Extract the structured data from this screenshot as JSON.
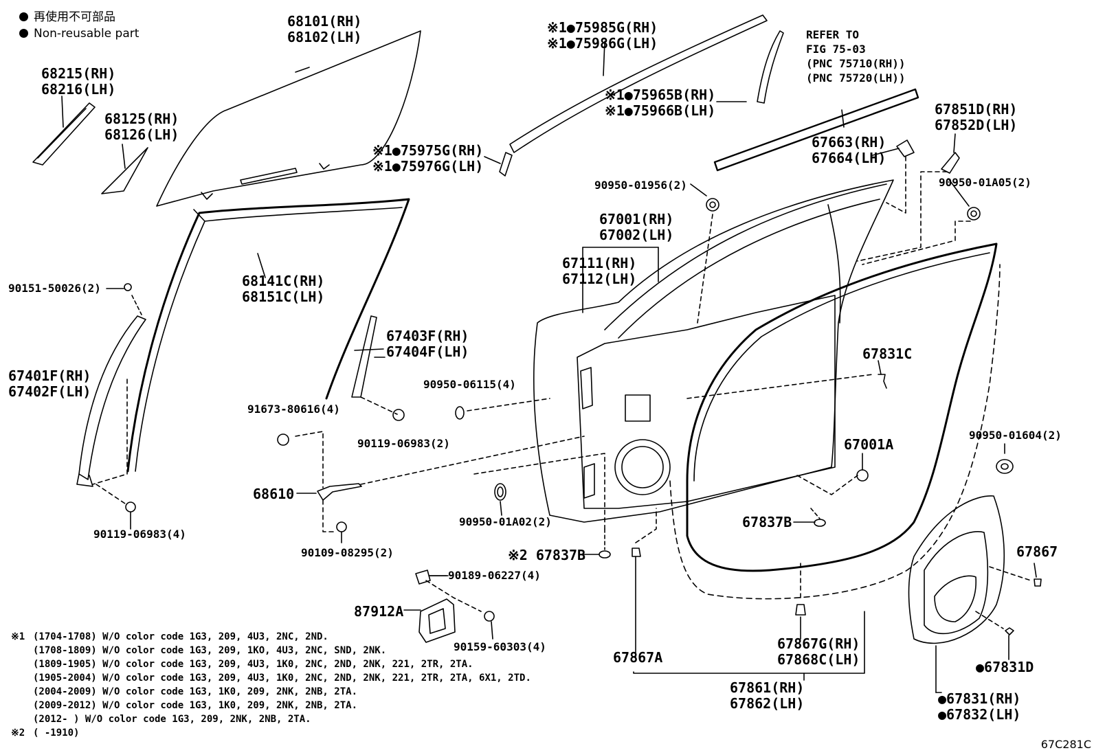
{
  "legend": {
    "items": [
      {
        "label": "再使用不可部品"
      },
      {
        "label": "Non-reusable part"
      }
    ]
  },
  "refer": {
    "lines": [
      "REFER TO",
      "FIG 75-03",
      "(PNC 75710(RH))",
      "(PNC 75720(LH))"
    ]
  },
  "labels": {
    "p68101": "68101(RH)",
    "p68102": "68102(LH)",
    "p68215": "68215(RH)",
    "p68216": "68216(LH)",
    "p68125": "68125(RH)",
    "p68126": "68126(LH)",
    "p75985": "※1●75985G(RH)",
    "p75986": "※1●75986G(LH)",
    "p75965": "※1●75965B(RH)",
    "p75966": "※1●75966B(LH)",
    "p75975": "※1●75975G(RH)",
    "p75976": "※1●75976G(LH)",
    "p67851": "67851D(RH)",
    "p67852": "67852D(LH)",
    "p67663": "67663(RH)",
    "p67664": "67664(LH)",
    "p90950_01956": "90950-01956(2)",
    "p90950_01A05": "90950-01A05(2)",
    "p67001": "67001(RH)",
    "p67002": "67002(LH)",
    "p67111": "67111(RH)",
    "p67112": "67112(LH)",
    "p68141": "68141C(RH)",
    "p68151": "68151C(LH)",
    "p90151": "90151-50026(2)",
    "p67403": "67403F(RH)",
    "p67404": "67404F(LH)",
    "p67401": "67401F(RH)",
    "p67402": "67402F(LH)",
    "p90950_06115": "90950-06115(4)",
    "p67831C": "67831C",
    "p91673": "91673-80616(4)",
    "p90119_2": "90119-06983(2)",
    "p90950_01604": "90950-01604(2)",
    "p67001A": "67001A",
    "p68610": "68610",
    "p90950_01A02": "90950-01A02(2)",
    "p67837B_1": "67837B",
    "p90119_4": "90119-06983(4)",
    "p90109": "90109-08295(2)",
    "p67837B_2": "※2 67837B",
    "p67867": "67867",
    "p90189": "90189-06227(4)",
    "p87912A": "87912A",
    "p90159": "90159-60303(4)",
    "p67867G": "67867G(RH)",
    "p67868C": "67868C(LH)",
    "p67867A": "67867A",
    "p67831D": "●67831D",
    "p67861": "67861(RH)",
    "p67862": "67862(LH)",
    "p67831RH": "●67831(RH)",
    "p67832LH": "●67832(LH)"
  },
  "notes": [
    {
      "mark": "※1",
      "text": "(1704-1708) W/O color code 1G3, 209, 4U3, 2NC, 2ND."
    },
    {
      "mark": "",
      "text": "(1708-1809) W/O color code 1G3, 209, 1KO, 4U3, 2NC, SND, 2NK."
    },
    {
      "mark": "",
      "text": "(1809-1905) W/O color code 1G3, 209, 4U3, 1K0, 2NC, 2ND, 2NK, 221, 2TR, 2TA."
    },
    {
      "mark": "",
      "text": "(1905-2004) W/O color code 1G3, 209, 4U3, 1K0, 2NC, 2ND, 2NK, 221, 2TR, 2TA, 6X1, 2TD."
    },
    {
      "mark": "",
      "text": "(2004-2009) W/O color code 1G3, 1K0, 209, 2NK, 2NB, 2TA."
    },
    {
      "mark": "",
      "text": "(2009-2012) W/O color code 1G3, 1K0, 209, 2NK, 2NB, 2TA."
    },
    {
      "mark": "",
      "text": "(2012-      ) W/O color code 1G3, 209, 2NK, 2NB, 2TA."
    },
    {
      "mark": "※2",
      "text": "(      -1910)"
    }
  ],
  "figure_code": "67C281C"
}
